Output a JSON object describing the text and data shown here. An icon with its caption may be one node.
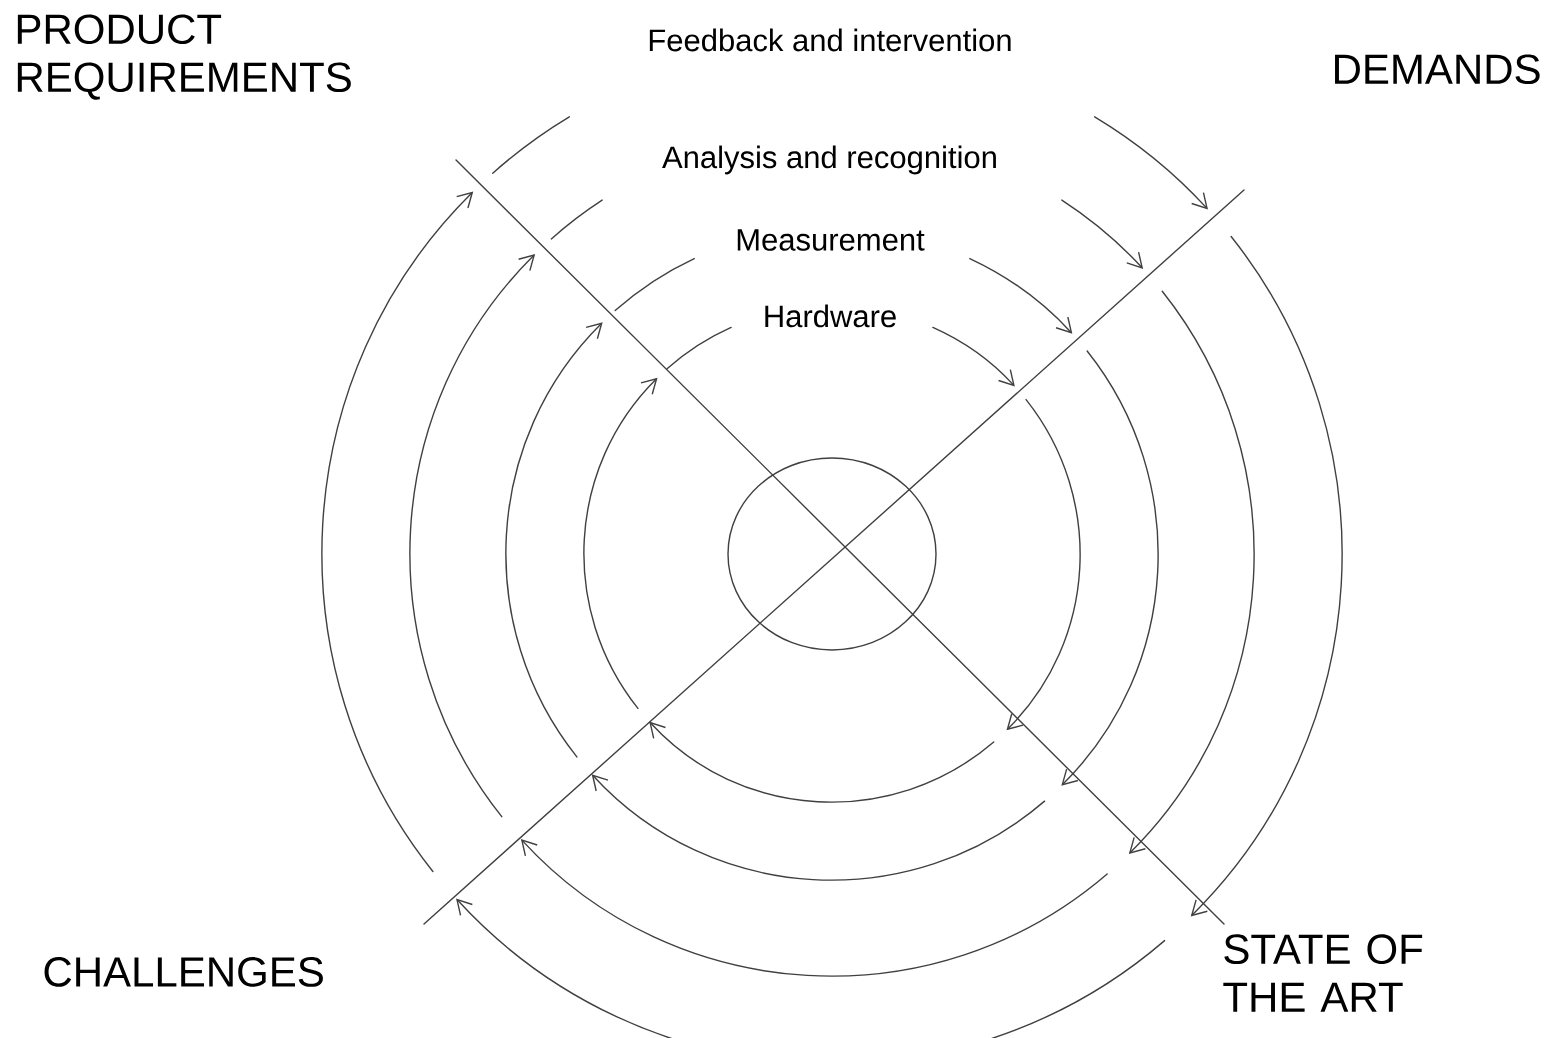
{
  "diagram": {
    "labels": [
      "PRODUCT REQUIREMENTS",
      "Feedback and intervention",
      "DEMANDS",
      "Analysis and recognition",
      "Measurement",
      "Hardware",
      "CHALLENGES",
      "STATE OF THE ART"
    ]
  }
}
